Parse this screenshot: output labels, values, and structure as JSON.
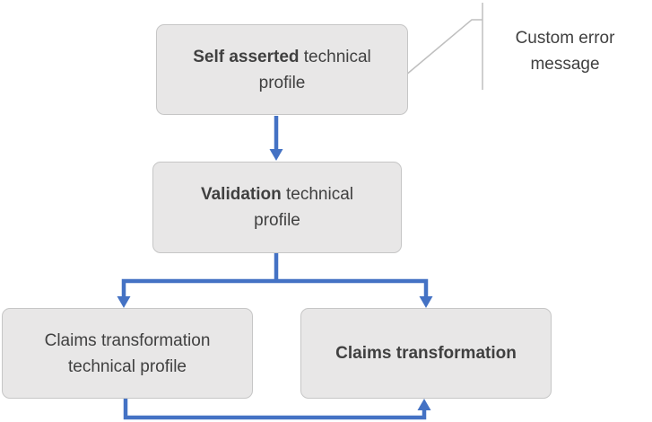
{
  "diagram": {
    "nodes": {
      "self_asserted": {
        "bold": "Self asserted",
        "rest": " technical profile"
      },
      "validation": {
        "bold": "Validation",
        "rest": " technical profile"
      },
      "claims_transformation_tp": {
        "text": "Claims transformation technical profile"
      },
      "claims_transformation": {
        "bold": "Claims transformation"
      }
    },
    "callout": {
      "label": "Custom error message"
    },
    "colors": {
      "connector_blue": "#4472c4",
      "callout_gray": "#bfbfbf",
      "node_fill": "#e8e7e7",
      "node_border": "#c6c6c6",
      "text_dark": "#404040"
    }
  }
}
